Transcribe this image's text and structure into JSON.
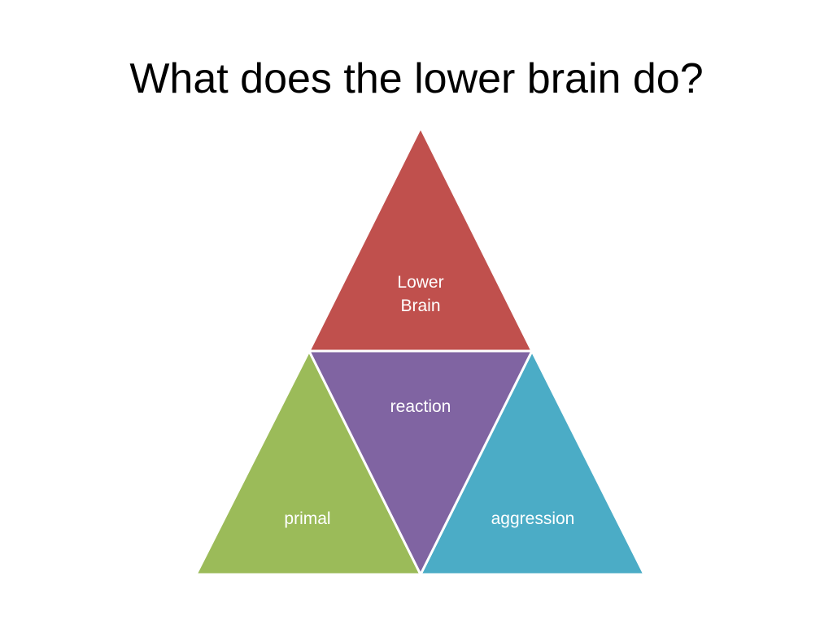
{
  "slide": {
    "title": "What does the lower brain do?"
  },
  "diagram": {
    "segments": {
      "top": {
        "label_line1": "Lower",
        "label_line2": "Brain",
        "color": "#C0504D"
      },
      "center": {
        "label": "reaction",
        "color": "#8064A2"
      },
      "bottom_left": {
        "label": "primal",
        "color": "#9BBB59"
      },
      "bottom_right": {
        "label": "aggression",
        "color": "#4BACC6"
      }
    }
  }
}
